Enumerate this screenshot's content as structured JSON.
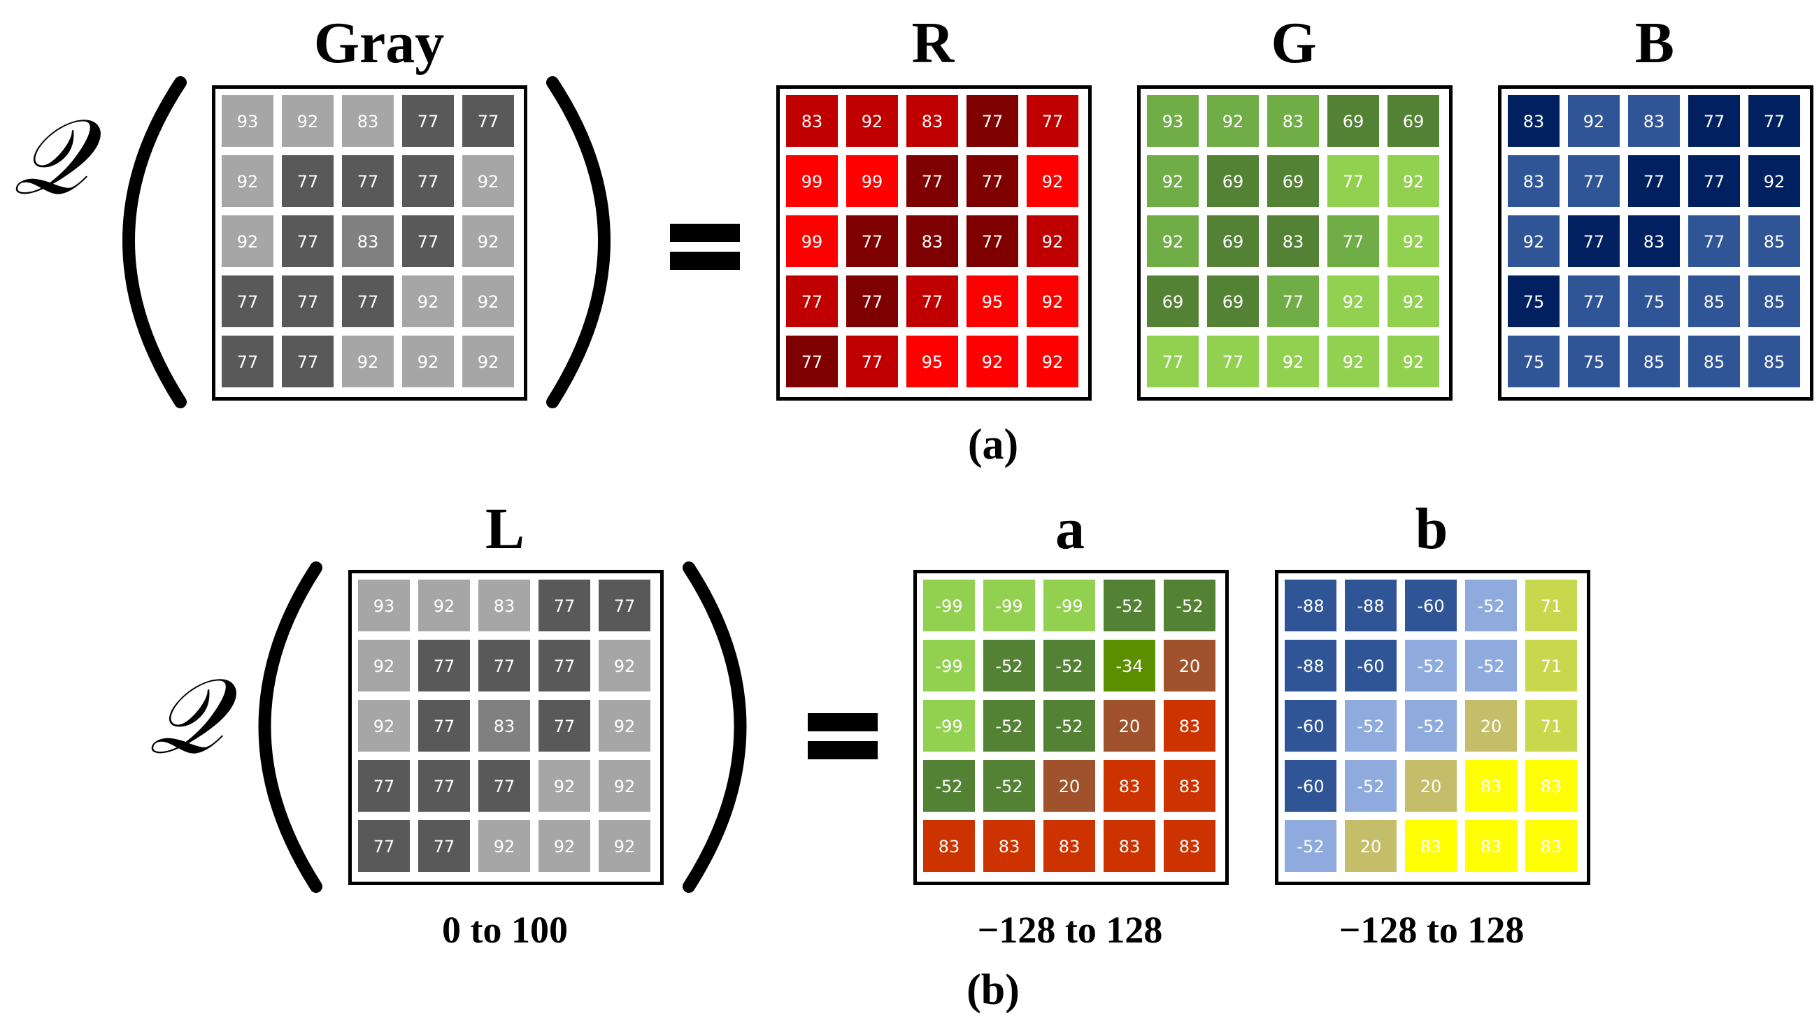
{
  "operator_symbol": "𝒬",
  "equals_sign": "=",
  "colors": {
    "gray_dark": "#595959",
    "gray_mid": "#808080",
    "gray_light": "#a6a6a6",
    "red_dark": "#7f0000",
    "red_mid": "#c00000",
    "red_bright": "#ff0000",
    "green_dark": "#548235",
    "green_mid": "#70ad47",
    "green_light": "#92d050",
    "olive_green": "#5b8f00",
    "brown": "#a0522d",
    "orange_red": "#cc3300",
    "blue_navy": "#002060",
    "blue_mid": "#2f5597",
    "blue_light": "#8faadc",
    "khaki": "#c4bd6a",
    "yellow_green": "#c8d84c",
    "yellow": "#ffff00"
  },
  "panel_a": {
    "caption": "(a)",
    "grids": [
      {
        "label": "Gray",
        "values": [
          [
            93,
            92,
            83,
            77,
            77
          ],
          [
            92,
            77,
            77,
            77,
            92
          ],
          [
            92,
            77,
            83,
            77,
            92
          ],
          [
            77,
            77,
            77,
            92,
            92
          ],
          [
            77,
            77,
            92,
            92,
            92
          ]
        ],
        "fills": [
          [
            "gray_light",
            "gray_light",
            "gray_light",
            "gray_dark",
            "gray_dark"
          ],
          [
            "gray_light",
            "gray_dark",
            "gray_dark",
            "gray_dark",
            "gray_light"
          ],
          [
            "gray_light",
            "gray_dark",
            "gray_mid",
            "gray_dark",
            "gray_light"
          ],
          [
            "gray_dark",
            "gray_dark",
            "gray_dark",
            "gray_light",
            "gray_light"
          ],
          [
            "gray_dark",
            "gray_dark",
            "gray_light",
            "gray_light",
            "gray_light"
          ]
        ]
      },
      {
        "label": "R",
        "values": [
          [
            83,
            92,
            83,
            77,
            77
          ],
          [
            99,
            99,
            77,
            77,
            92
          ],
          [
            99,
            77,
            83,
            77,
            92
          ],
          [
            77,
            77,
            77,
            95,
            92
          ],
          [
            77,
            77,
            95,
            92,
            92
          ]
        ],
        "fills": [
          [
            "red_mid",
            "red_mid",
            "red_mid",
            "red_dark",
            "red_mid"
          ],
          [
            "red_bright",
            "red_bright",
            "red_dark",
            "red_dark",
            "red_bright"
          ],
          [
            "red_bright",
            "red_dark",
            "red_dark",
            "red_dark",
            "red_mid"
          ],
          [
            "red_mid",
            "red_dark",
            "red_mid",
            "red_bright",
            "red_bright"
          ],
          [
            "red_dark",
            "red_mid",
            "red_bright",
            "red_bright",
            "red_bright"
          ]
        ]
      },
      {
        "label": "G",
        "values": [
          [
            93,
            92,
            83,
            69,
            69
          ],
          [
            92,
            69,
            69,
            77,
            92
          ],
          [
            92,
            69,
            83,
            77,
            92
          ],
          [
            69,
            69,
            77,
            92,
            92
          ],
          [
            77,
            77,
            92,
            92,
            92
          ]
        ],
        "fills": [
          [
            "green_mid",
            "green_mid",
            "green_mid",
            "green_dark",
            "green_dark"
          ],
          [
            "green_mid",
            "green_dark",
            "green_dark",
            "green_light",
            "green_light"
          ],
          [
            "green_mid",
            "green_dark",
            "green_dark",
            "green_mid",
            "green_light"
          ],
          [
            "green_dark",
            "green_dark",
            "green_mid",
            "green_light",
            "green_light"
          ],
          [
            "green_light",
            "green_light",
            "green_light",
            "green_light",
            "green_light"
          ]
        ]
      },
      {
        "label": "B",
        "values": [
          [
            83,
            92,
            83,
            77,
            77
          ],
          [
            83,
            77,
            77,
            77,
            92
          ],
          [
            92,
            77,
            83,
            77,
            85
          ],
          [
            75,
            77,
            75,
            85,
            85
          ],
          [
            75,
            75,
            85,
            85,
            85
          ]
        ],
        "fills": [
          [
            "blue_navy",
            "blue_mid",
            "blue_mid",
            "blue_navy",
            "blue_navy"
          ],
          [
            "blue_mid",
            "blue_mid",
            "blue_navy",
            "blue_navy",
            "blue_navy"
          ],
          [
            "blue_mid",
            "blue_navy",
            "blue_navy",
            "blue_mid",
            "blue_mid"
          ],
          [
            "blue_navy",
            "blue_mid",
            "blue_mid",
            "blue_mid",
            "blue_mid"
          ],
          [
            "blue_mid",
            "blue_mid",
            "blue_mid",
            "blue_mid",
            "blue_mid"
          ]
        ]
      }
    ]
  },
  "panel_b": {
    "caption": "(b)",
    "grids": [
      {
        "label": "L",
        "range": "0 to 100",
        "values": [
          [
            93,
            92,
            83,
            77,
            77
          ],
          [
            92,
            77,
            77,
            77,
            92
          ],
          [
            92,
            77,
            83,
            77,
            92
          ],
          [
            77,
            77,
            77,
            92,
            92
          ],
          [
            77,
            77,
            92,
            92,
            92
          ]
        ],
        "fills": [
          [
            "gray_light",
            "gray_light",
            "gray_light",
            "gray_dark",
            "gray_dark"
          ],
          [
            "gray_light",
            "gray_dark",
            "gray_dark",
            "gray_dark",
            "gray_light"
          ],
          [
            "gray_light",
            "gray_dark",
            "gray_mid",
            "gray_dark",
            "gray_light"
          ],
          [
            "gray_dark",
            "gray_dark",
            "gray_dark",
            "gray_light",
            "gray_light"
          ],
          [
            "gray_dark",
            "gray_dark",
            "gray_light",
            "gray_light",
            "gray_light"
          ]
        ]
      },
      {
        "label": "a",
        "range": "−128 to 128",
        "values": [
          [
            -99,
            -99,
            -99,
            -52,
            -52
          ],
          [
            -99,
            -52,
            -52,
            -34,
            20
          ],
          [
            -99,
            -52,
            -52,
            20,
            83
          ],
          [
            -52,
            -52,
            20,
            83,
            83
          ],
          [
            83,
            83,
            83,
            83,
            83
          ]
        ],
        "fills": [
          [
            "green_light",
            "green_light",
            "green_light",
            "green_dark",
            "green_dark"
          ],
          [
            "green_light",
            "green_dark",
            "green_dark",
            "olive_green",
            "brown"
          ],
          [
            "green_light",
            "green_dark",
            "green_dark",
            "brown",
            "orange_red"
          ],
          [
            "green_dark",
            "green_dark",
            "brown",
            "orange_red",
            "orange_red"
          ],
          [
            "orange_red",
            "orange_red",
            "orange_red",
            "orange_red",
            "orange_red"
          ]
        ]
      },
      {
        "label": "b",
        "range": "−128 to 128",
        "values": [
          [
            -88,
            -88,
            -60,
            -52,
            71
          ],
          [
            -88,
            -60,
            -52,
            -52,
            71
          ],
          [
            -60,
            -52,
            -52,
            20,
            71
          ],
          [
            -60,
            -52,
            20,
            83,
            83
          ],
          [
            -52,
            20,
            83,
            83,
            83
          ]
        ],
        "fills": [
          [
            "blue_mid",
            "blue_mid",
            "blue_mid",
            "blue_light",
            "yellow_green"
          ],
          [
            "blue_mid",
            "blue_mid",
            "blue_light",
            "blue_light",
            "yellow_green"
          ],
          [
            "blue_mid",
            "blue_light",
            "blue_light",
            "khaki",
            "yellow_green"
          ],
          [
            "blue_mid",
            "blue_light",
            "khaki",
            "yellow",
            "yellow"
          ],
          [
            "blue_light",
            "khaki",
            "yellow",
            "yellow",
            "yellow"
          ]
        ]
      }
    ]
  }
}
